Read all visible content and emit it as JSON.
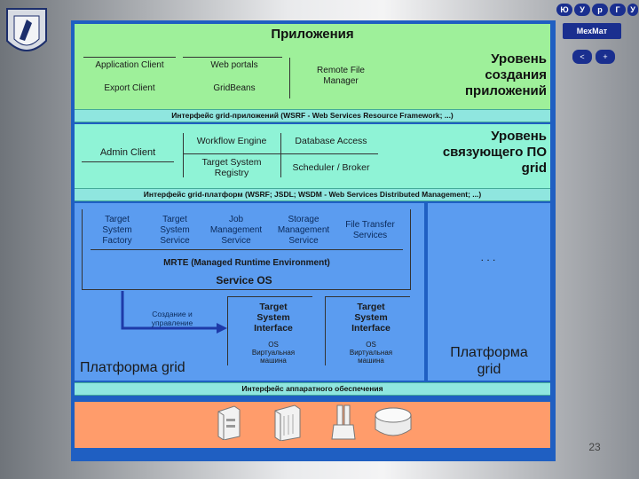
{
  "nav": {
    "top": [
      "Ю",
      "У",
      "р",
      "Г",
      "У"
    ],
    "mid": "МехМат",
    "bottom": [
      "<",
      "+"
    ]
  },
  "apps": {
    "title": "Приложения",
    "items": [
      "Application Client",
      "Web portals",
      "Remote File\nManager",
      "Export Client",
      "GridBeans"
    ],
    "level": "Уровень\nсоздания\nприложений"
  },
  "strip1": "Интерфейс grid-приложений (WSRF - Web Services Resource Framework; ...)",
  "mw": {
    "items": [
      "Admin Client",
      "Workflow Engine",
      "Database Access",
      "Target System\nRegistry",
      "Scheduler / Broker"
    ],
    "level": "Уровень\nсвязующего ПО\ngrid"
  },
  "strip2": "Интерфейс grid-платформ (WSRF; JSDL; WSDM - Web Services Distributed Management; ...)",
  "platform": {
    "items": [
      "Target\nSystem\nFactory",
      "Target\nSystem\nService",
      "Job\nManagement\nService",
      "Storage\nManagement\nService",
      "File Transfer\nServices"
    ],
    "mrte": "MRTE (Managed Runtime Environment)",
    "serviceos": "Service OS",
    "create": "Создание и\nуправление",
    "tsi1": "Target\nSystem\nInterface",
    "tsi2": "Target\nSystem\nInterface",
    "os1": "OS\nВиртуальная\nмашина",
    "os2": "OS\nВиртуальная\nмашина",
    "label": "Платформа grid",
    "ellipsis": ". . .",
    "label2": "Платформа\ngrid"
  },
  "strip3": "Интерфейс аппаратного обеспечения",
  "page": "23",
  "colors": {
    "apps": "#9ef09a",
    "mw": "#8ff3d6",
    "platform": "#5b9cf0",
    "hw": "#ff9c6b",
    "frame": "#1f5fc2"
  }
}
